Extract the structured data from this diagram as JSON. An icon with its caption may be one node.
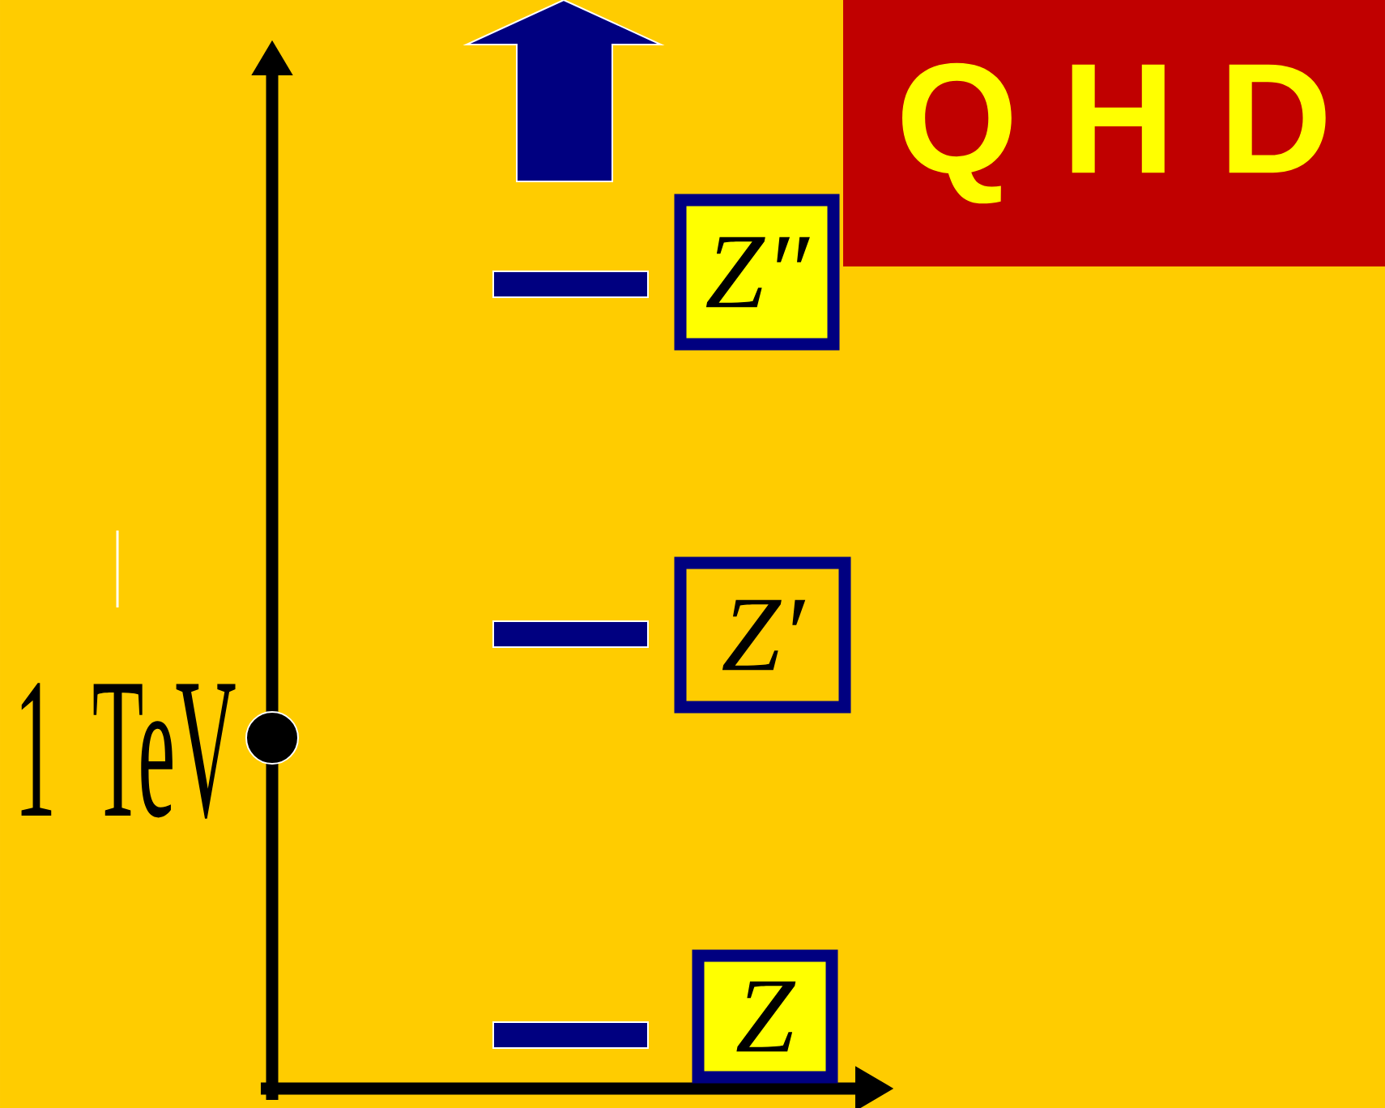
{
  "diagram": {
    "nodes": [
      {
        "text": [
          "Q H D"
        ]
      },
      {
        "text": [
          "Z″"
        ]
      },
      {
        "text": [
          "Z′"
        ]
      },
      {
        "text": [
          "Z"
        ]
      },
      {
        "text": [],
        "shape": "bar"
      },
      {
        "text": [],
        "shape": "bar"
      },
      {
        "text": [],
        "shape": "bar"
      }
    ],
    "labels": [
      "1 TeV"
    ]
  }
}
